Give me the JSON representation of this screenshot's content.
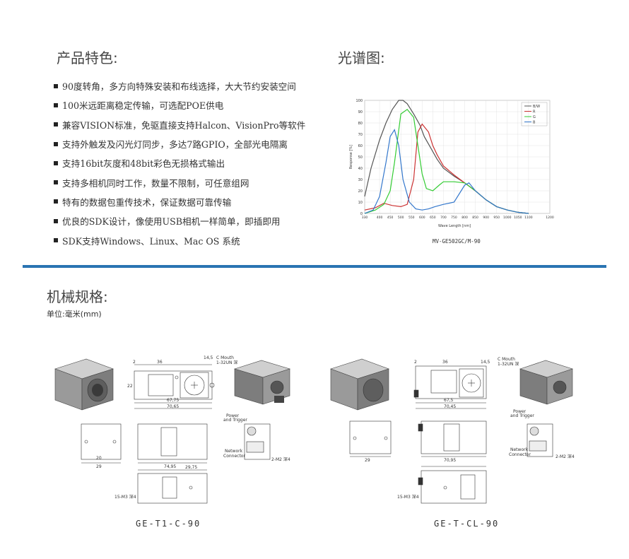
{
  "features": {
    "heading": "产品特色:",
    "items": [
      "90度转角，多方向特殊安装和布线选择，大大节约安装空间",
      "100米远距离稳定传输，可选配POE供电",
      "兼容VISION标准，免驱直接支持Halcon、VisionPro等软件",
      "支持外触发及闪光灯同步，多达7路GPIO，全部光电隔离",
      "支持16bit灰度和48bit彩色无损格式输出",
      "支持多相机同时工作，数量不限制，可任意组网",
      "特有的数据包重传技术，保证数据可靠传输",
      "优良的SDK设计，像使用USB相机一样简单，即插即用",
      "SDK支持Windows、Linux、Mac OS 系统"
    ]
  },
  "spectrum": {
    "heading": "光谱图:",
    "caption": "MV-GE502GC/M-90"
  },
  "chart_data": {
    "type": "line",
    "xlabel": "Wave Length [nm]",
    "ylabel": "Response [%]",
    "xlim": [
      330,
      1200
    ],
    "ylim": [
      0,
      100
    ],
    "xticks": [
      330,
      400,
      450,
      500,
      550,
      600,
      650,
      700,
      750,
      800,
      850,
      900,
      950,
      1000,
      1050,
      1100,
      1200
    ],
    "yticks": [
      0,
      10,
      20,
      30,
      40,
      50,
      60,
      70,
      80,
      90,
      100
    ],
    "grid": true,
    "legend": "top-right",
    "series": [
      {
        "name": "B/W",
        "color": "#555555",
        "x": [
          330,
          360,
          400,
          430,
          460,
          490,
          510,
          530,
          560,
          590,
          610,
          640,
          670,
          700,
          750,
          800,
          850,
          900,
          950,
          1000,
          1050,
          1100
        ],
        "y": [
          15,
          40,
          65,
          80,
          92,
          100,
          100,
          97,
          88,
          78,
          68,
          58,
          48,
          40,
          33,
          27,
          20,
          12,
          6,
          3,
          1,
          0
        ]
      },
      {
        "name": "R",
        "color": "#cc3333",
        "x": [
          330,
          380,
          420,
          460,
          500,
          530,
          560,
          580,
          600,
          630,
          650,
          670,
          700,
          750,
          800,
          850,
          900,
          950,
          1000,
          1050,
          1100
        ],
        "y": [
          3,
          5,
          9,
          7,
          6,
          8,
          30,
          72,
          79,
          72,
          60,
          52,
          42,
          34,
          27,
          20,
          12,
          6,
          3,
          1,
          0
        ]
      },
      {
        "name": "G",
        "color": "#33cc33",
        "x": [
          330,
          380,
          420,
          450,
          470,
          500,
          530,
          560,
          580,
          600,
          620,
          650,
          680,
          700,
          750,
          800,
          850,
          900,
          950,
          1000,
          1050,
          1100
        ],
        "y": [
          0,
          3,
          8,
          20,
          45,
          88,
          92,
          85,
          60,
          35,
          22,
          20,
          25,
          28,
          28,
          27,
          20,
          12,
          6,
          3,
          1,
          0
        ]
      },
      {
        "name": "B",
        "color": "#3377cc",
        "x": [
          330,
          370,
          400,
          430,
          450,
          470,
          490,
          510,
          540,
          570,
          600,
          630,
          660,
          700,
          750,
          800,
          820,
          850,
          900,
          950,
          1000,
          1050,
          1100
        ],
        "y": [
          0,
          3,
          15,
          45,
          68,
          74,
          60,
          30,
          10,
          4,
          3,
          4,
          6,
          8,
          10,
          25,
          27,
          20,
          12,
          6,
          3,
          1,
          0
        ]
      }
    ]
  },
  "mechanical": {
    "heading": "机械规格:",
    "unit": "单位:毫米(mm)",
    "left_caption": "GE-T1-C-90",
    "right_caption": "GE-T-CL-90",
    "labels": {
      "c_mount": "C Mouth",
      "c_mount_thread": "1-32UN 深",
      "power": "Power",
      "trigger": "and Trigger",
      "network": "Network",
      "connector": "Connector",
      "screw": "2-M2 深4",
      "side_screw": "15-M3 深4",
      "dims": {
        "d2": "2",
        "d36": "36",
        "d14_5": "14,5",
        "d22": "22",
        "d20": "20",
        "d67_75": "67,75",
        "d70_65": "70,65",
        "d29": "29",
        "d74_95": "74,95",
        "d29_75": "29,75",
        "d67_5": "67,5",
        "d70_45": "70,45",
        "d70_95": "70,95"
      }
    }
  }
}
